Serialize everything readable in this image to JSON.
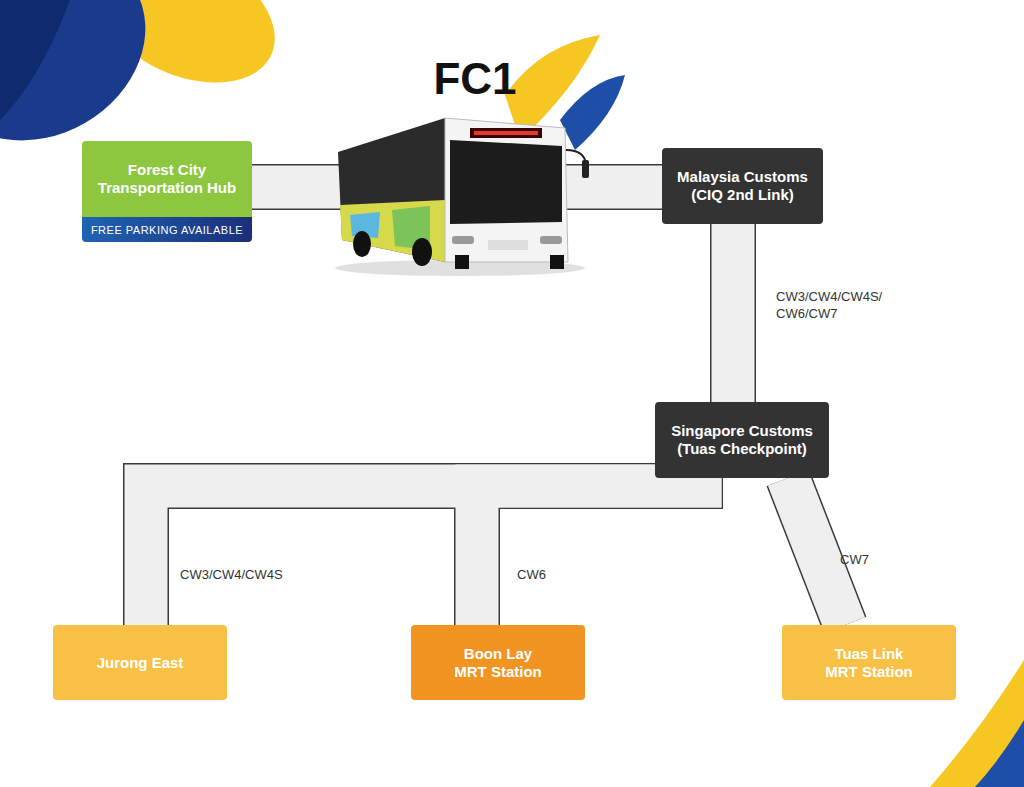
{
  "diagram": {
    "title": "FC1",
    "nodes": [
      {
        "text": [
          "Forest City Transportation Hub",
          "FREE PARKING AVAILABLE"
        ]
      },
      {
        "text": [
          "Malaysia Customs (CIQ 2nd Link)"
        ]
      },
      {
        "text": [
          "Singapore Customs (Tuas Checkpoint)"
        ]
      },
      {
        "text": [
          "Jurong East"
        ]
      },
      {
        "text": [
          "Boon Lay MRT Station"
        ]
      },
      {
        "text": [
          "Tuas Link MRT Station"
        ]
      }
    ],
    "edges": [
      {
        "from": 0,
        "to": 1,
        "arrow": "none"
      },
      {
        "from": 1,
        "to": 2,
        "label": "CW3/CW4/CW4S/ CW6/CW7",
        "arrow": "none"
      },
      {
        "from": 2,
        "to": 3,
        "label": "CW3/CW4/CW4S",
        "arrow": "none"
      },
      {
        "from": 2,
        "to": 4,
        "label": "CW6",
        "arrow": "none"
      },
      {
        "from": 2,
        "to": 5,
        "label": "CW7",
        "arrow": "none"
      }
    ]
  }
}
